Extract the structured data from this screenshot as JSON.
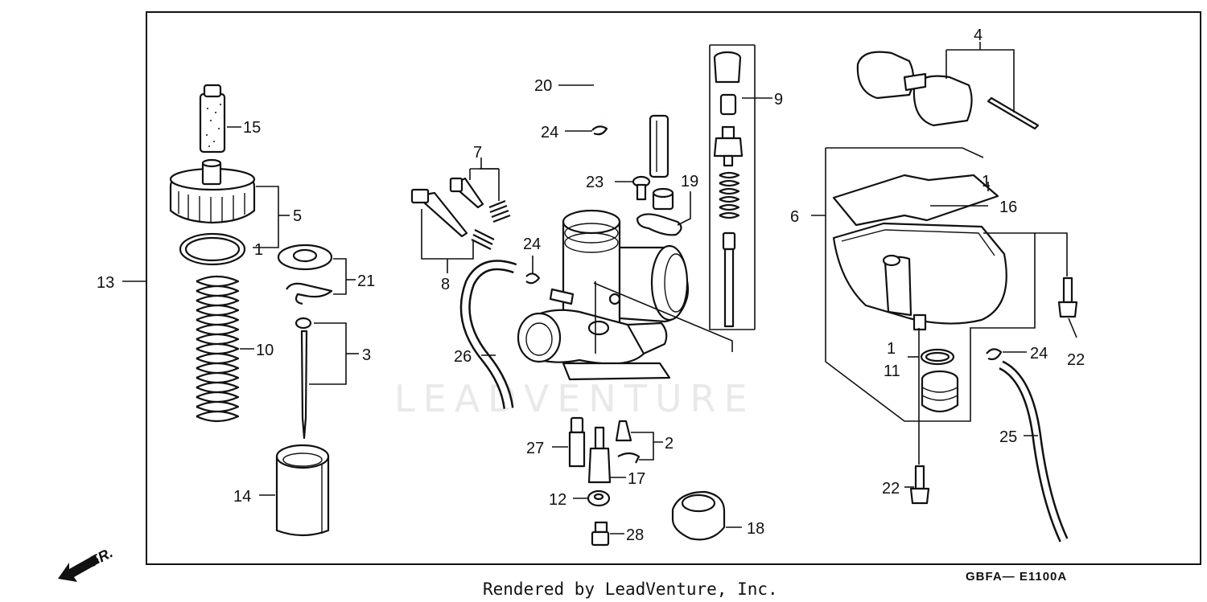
{
  "watermark": "LEADVENTURE",
  "footer": "Rendered by LeadVenture, Inc.",
  "diagram_code": "GBFA— E1100A",
  "direction_label": "FR.",
  "callouts": {
    "c1a": "1",
    "c1b": "1",
    "c1c": "1",
    "c2": "2",
    "c3": "3",
    "c4": "4",
    "c5": "5",
    "c6": "6",
    "c7": "7",
    "c8": "8",
    "c9": "9",
    "c10": "10",
    "c11": "11",
    "c12": "12",
    "c13": "13",
    "c14": "14",
    "c15": "15",
    "c16": "16",
    "c17": "17",
    "c18": "18",
    "c19": "19",
    "c20": "20",
    "c21": "21",
    "c22a": "22",
    "c22b": "22",
    "c23": "23",
    "c24a": "24",
    "c24b": "24",
    "c24c": "24",
    "c25": "25",
    "c26": "26",
    "c27": "27",
    "c28": "28"
  },
  "icons": {
    "direction_arrow": "arrow-down-left-icon"
  }
}
